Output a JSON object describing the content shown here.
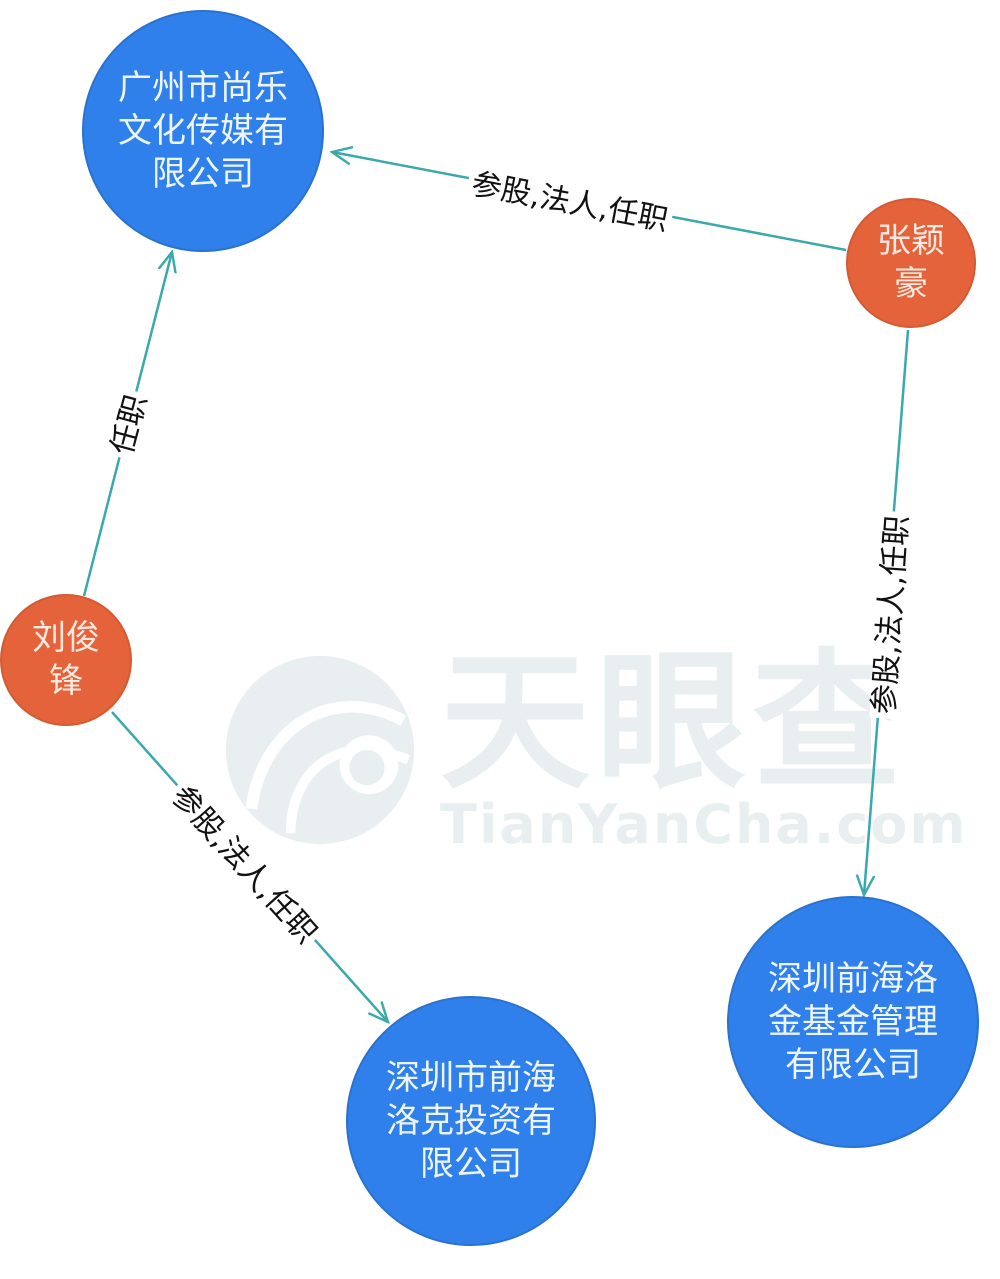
{
  "watermark": {
    "chinese": "天眼查",
    "english": "TianYanCha.com",
    "logo_icon": "tianyancha-eye-logo-icon"
  },
  "colors": {
    "company_node": "#2f80ea",
    "person_node": "#e4633a",
    "edge": "#3aa9ac",
    "watermark": "#e9eff0"
  },
  "nodes": [
    {
      "id": "gz_shangle",
      "type": "company",
      "lines": [
        "广州市尚乐",
        "文化传媒有",
        "限公司"
      ]
    },
    {
      "id": "zhang_yinghao",
      "type": "person",
      "lines": [
        "张颖",
        "豪"
      ]
    },
    {
      "id": "liu_junfeng",
      "type": "person",
      "lines": [
        "刘俊",
        "锋"
      ]
    },
    {
      "id": "sz_qianhai_luoke",
      "type": "company",
      "lines": [
        "深圳市前海",
        "洛克投资有",
        "限公司"
      ]
    },
    {
      "id": "sz_qianhai_luojin",
      "type": "company",
      "lines": [
        "深圳前海洛",
        "金基金管理",
        "有限公司"
      ]
    }
  ],
  "edges": [
    {
      "from": "zhang_yinghao",
      "to": "gz_shangle",
      "label": "参股,法人,任职"
    },
    {
      "from": "liu_junfeng",
      "to": "gz_shangle",
      "label": "任职"
    },
    {
      "from": "zhang_yinghao",
      "to": "sz_qianhai_luojin",
      "label": "参股,法人,任职"
    },
    {
      "from": "liu_junfeng",
      "to": "sz_qianhai_luoke",
      "label": "参股,法人,任职"
    }
  ]
}
